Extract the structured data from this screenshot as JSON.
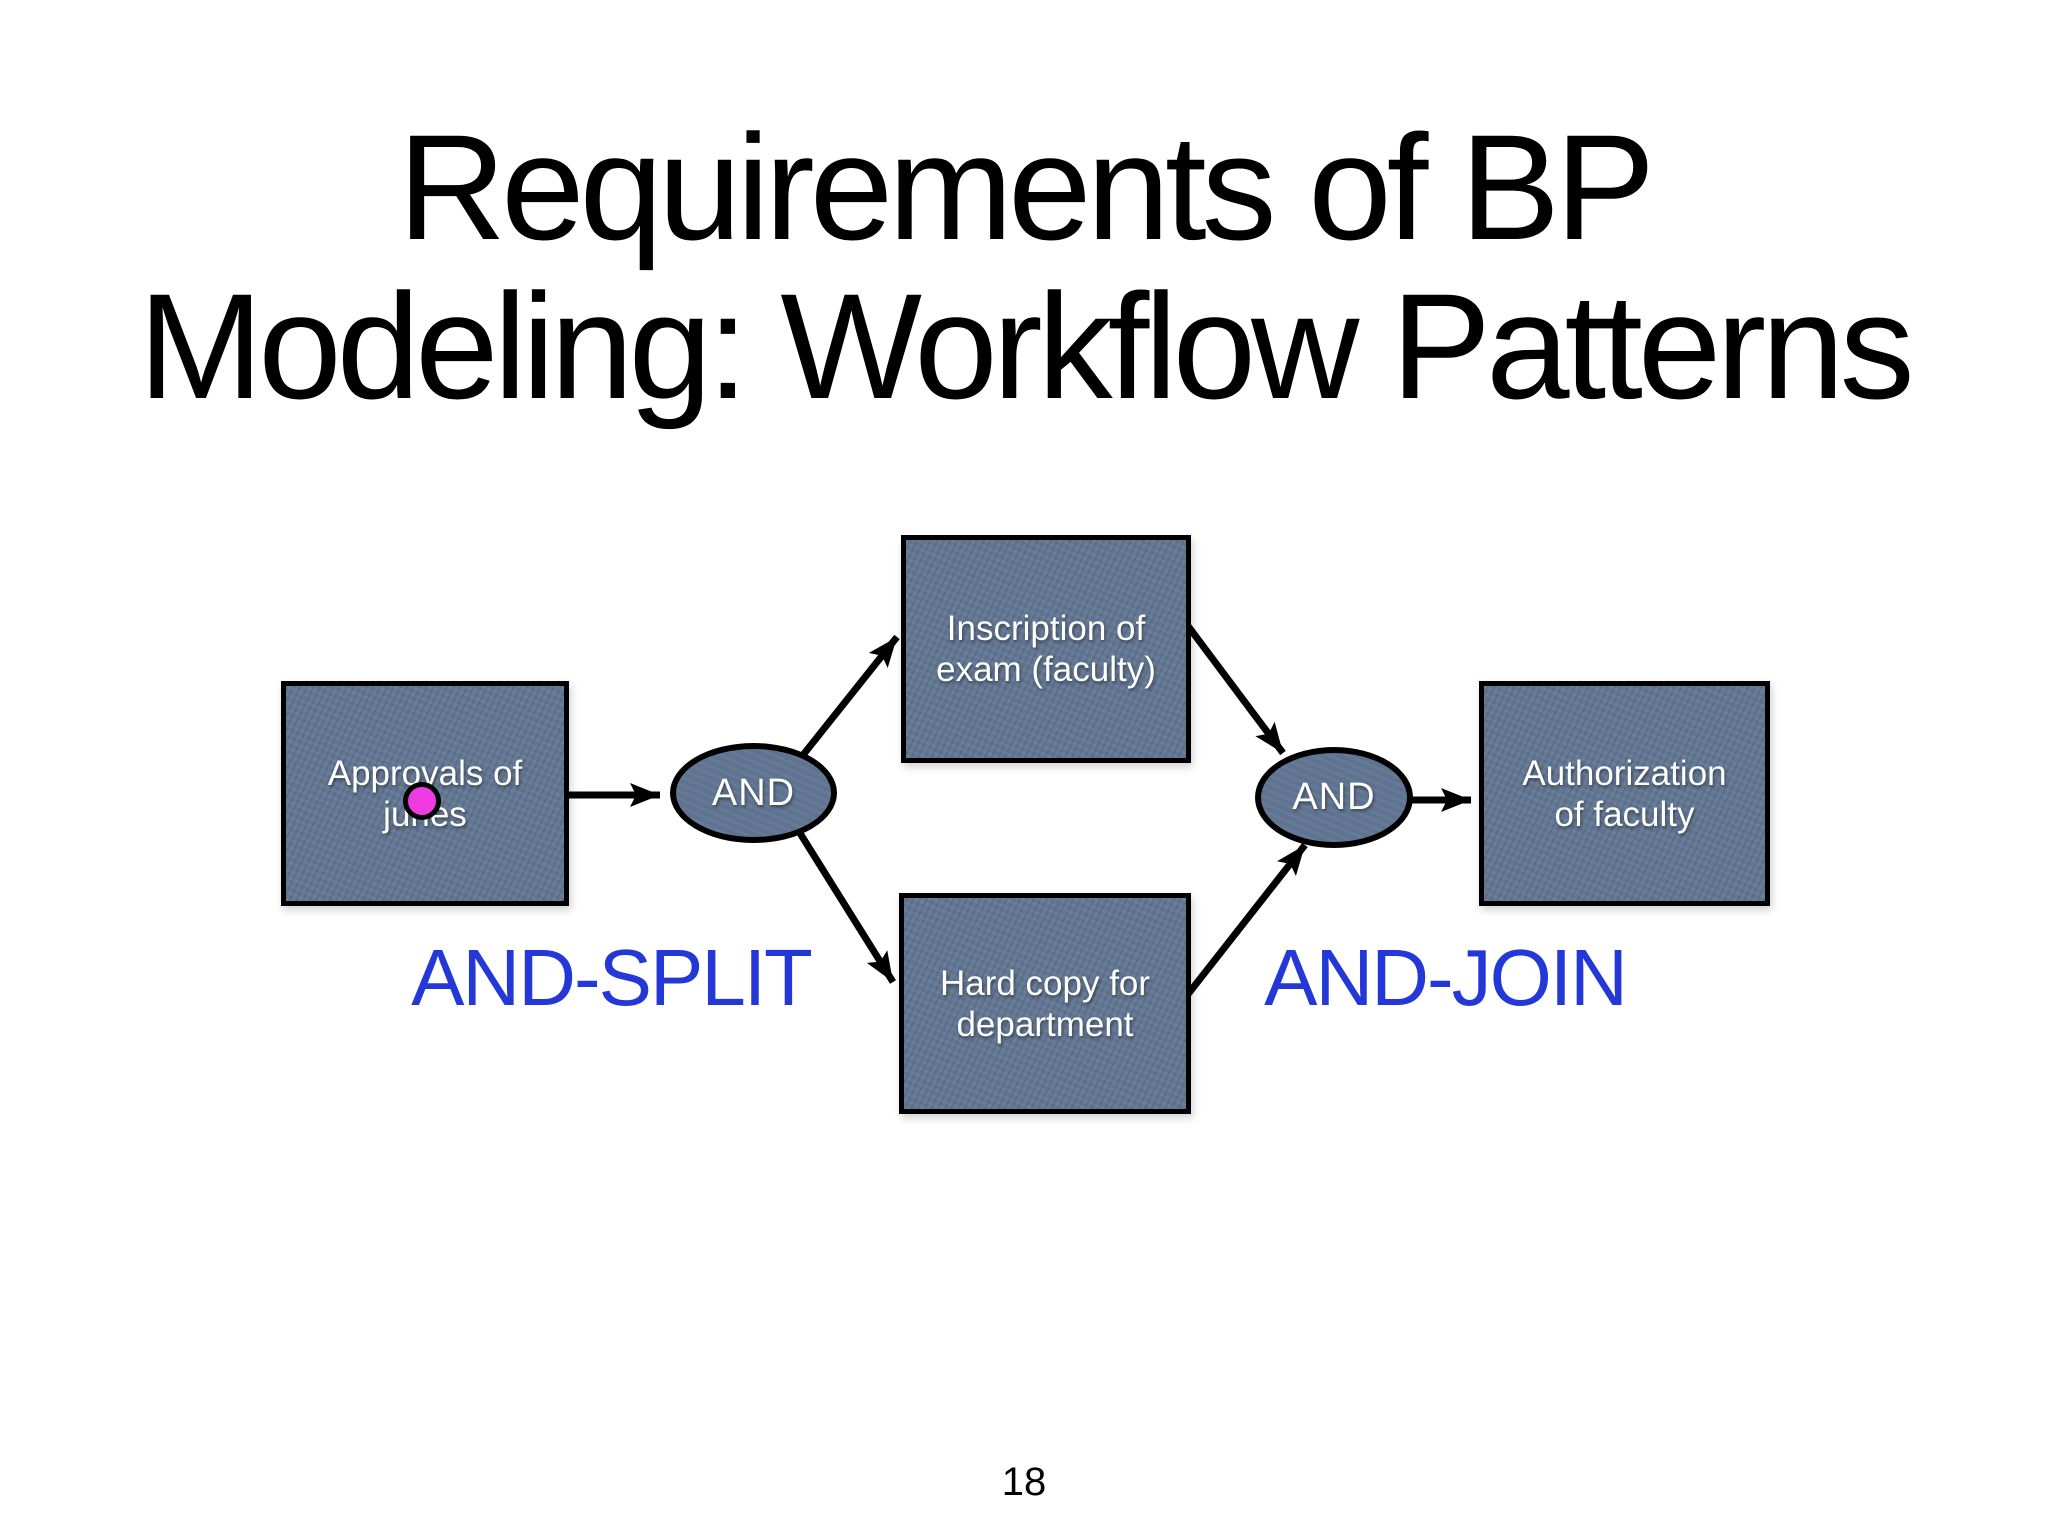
{
  "slide": {
    "title_lines": [
      "Requirements of BP",
      "Modeling: Workflow Patterns"
    ],
    "page_number": "18"
  },
  "diagram": {
    "nodes": {
      "approvals": {
        "lines": [
          "Approvals of",
          "juries"
        ]
      },
      "inscription": {
        "lines": [
          "Inscription of",
          "exam (faculty)"
        ]
      },
      "hardcopy": {
        "lines": [
          "Hard copy for",
          "department"
        ]
      },
      "authorization": {
        "lines": [
          "Authorization",
          "of faculty"
        ]
      }
    },
    "gateways": {
      "split": {
        "label": "AND"
      },
      "join": {
        "label": "AND"
      }
    },
    "annotations": {
      "split": "AND-SPLIT",
      "join": "AND-JOIN"
    },
    "colors": {
      "node_fill": "#5e7390",
      "node_border": "#000000",
      "node_text": "#ffffff",
      "annotation_blue": "#2438d8",
      "pointer_dot": "#ee3ce2",
      "arrow": "#000000",
      "background": "#ffffff"
    }
  }
}
